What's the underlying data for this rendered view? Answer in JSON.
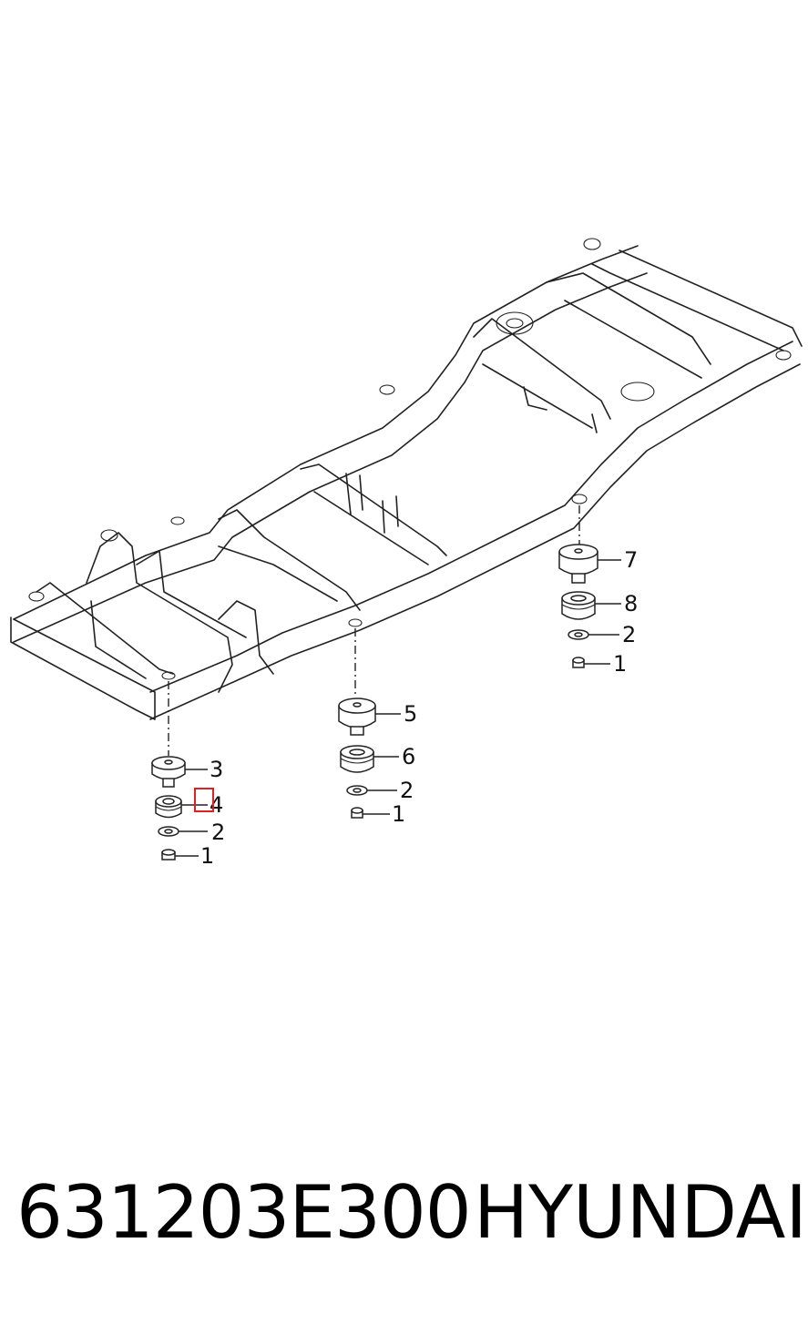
{
  "callouts": {
    "front_left": {
      "top_mount": "3",
      "lower_mount": "4",
      "washer": "2",
      "nut": "1"
    },
    "center": {
      "top_mount": "5",
      "lower_mount": "6",
      "washer": "2",
      "nut": "1"
    },
    "rear": {
      "top_mount": "7",
      "lower_mount": "8",
      "washer": "2",
      "nut": "1"
    }
  },
  "highlight_color": "#e02020",
  "footer": {
    "part_number": "631203E300",
    "brand": "HYUNDAI"
  }
}
